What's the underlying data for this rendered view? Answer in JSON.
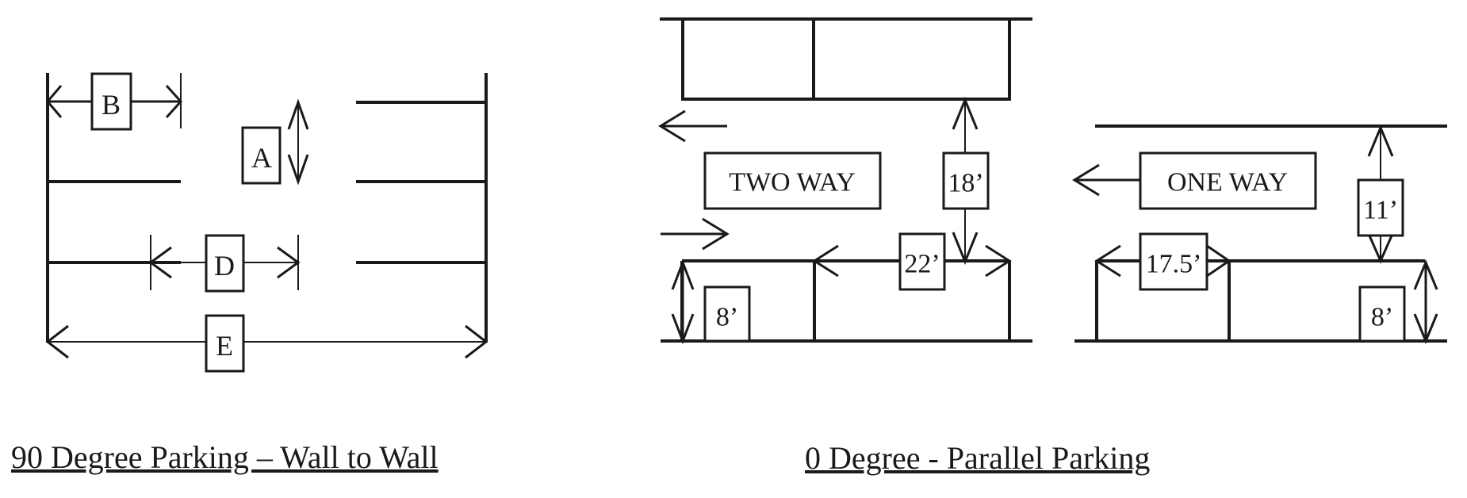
{
  "diagrams": {
    "ninety_degree": {
      "caption": "90 Degree Parking – Wall to Wall",
      "labels": {
        "a": "A",
        "b": "B",
        "d": "D",
        "e": "E"
      }
    },
    "zero_degree": {
      "caption": "0 Degree - Parallel Parking",
      "two_way": {
        "sign": "TWO WAY",
        "aisle_width": "18’",
        "stall_length": "22’",
        "stall_width": "8’"
      },
      "one_way": {
        "sign": "ONE WAY",
        "aisle_width": "11’",
        "stall_length": "17.5’",
        "stall_width": "8’"
      }
    }
  }
}
